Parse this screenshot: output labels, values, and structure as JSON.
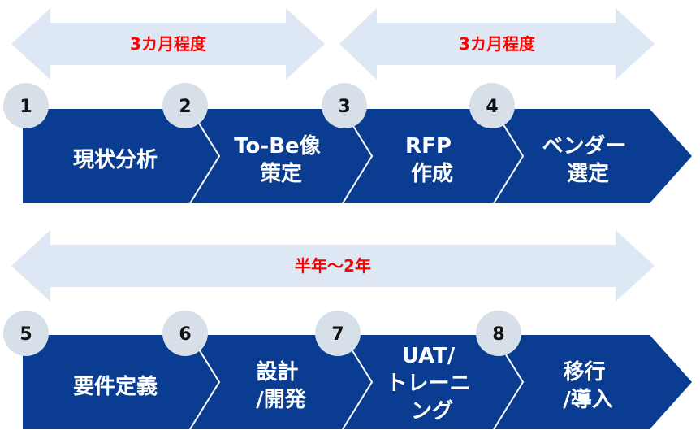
{
  "colors": {
    "band": "#0a3d91",
    "arrow": "#dde8f4",
    "divider": "#ffffff",
    "circle": "#d7dfe8",
    "accent": "#ff0000"
  },
  "top_arrows": [
    {
      "label": "3カ月程度"
    },
    {
      "label": "3カ月程度"
    }
  ],
  "long_arrow": {
    "label": "半年〜2年"
  },
  "row1": {
    "steps": [
      {
        "number": "1",
        "lines": [
          "現状分析"
        ]
      },
      {
        "number": "2",
        "lines": [
          "To-Be像",
          "策定"
        ]
      },
      {
        "number": "3",
        "lines": [
          "RFP",
          "作成"
        ]
      },
      {
        "number": "4",
        "lines": [
          "ベンダー",
          "選定"
        ]
      }
    ]
  },
  "row2": {
    "steps": [
      {
        "number": "5",
        "lines": [
          "要件定義"
        ]
      },
      {
        "number": "6",
        "lines": [
          "設計",
          "/開発"
        ]
      },
      {
        "number": "7",
        "lines": [
          "UAT/",
          "トレーニ",
          "ング"
        ]
      },
      {
        "number": "8",
        "lines": [
          "移行",
          "/導入"
        ]
      }
    ]
  }
}
